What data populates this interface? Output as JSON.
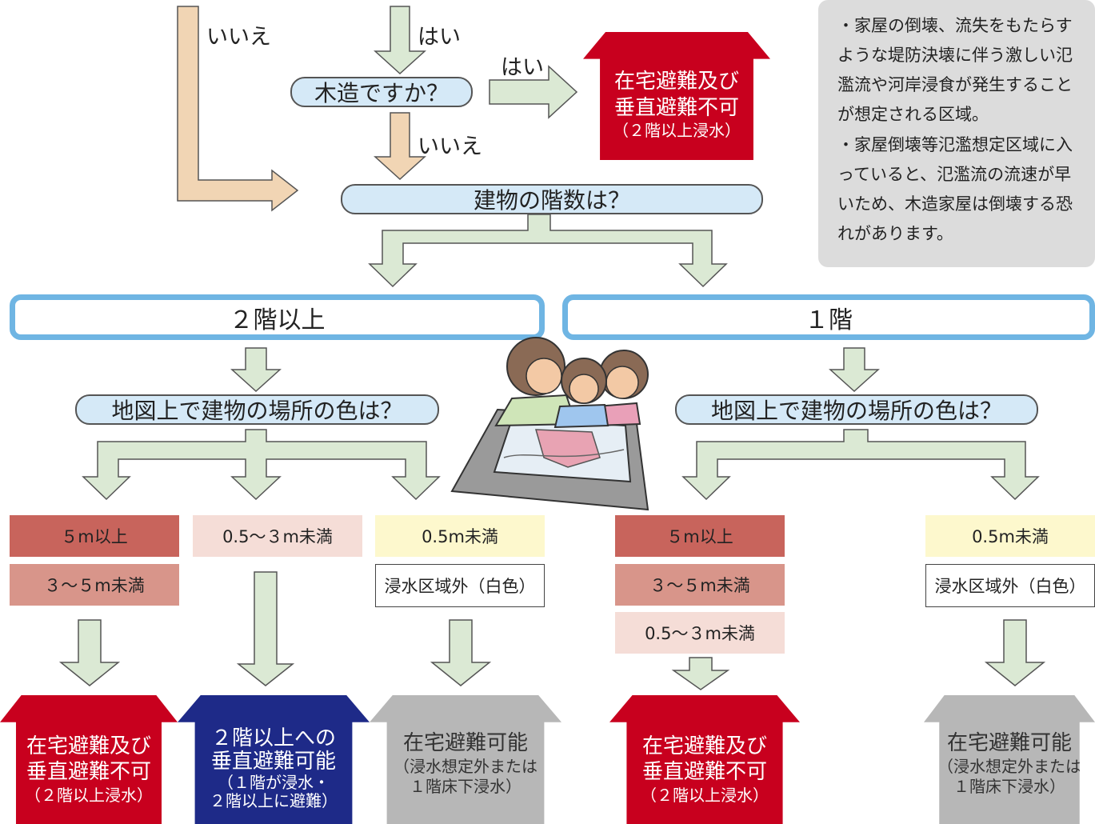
{
  "top_flow": {
    "yes_label_top": "はい",
    "no_label_left": "いいえ",
    "question_wooden": "木造ですか？",
    "yes_label_right": "はい",
    "no_label_below": "いいえ",
    "question_floors": "建物の階数は？"
  },
  "top_result": {
    "line1": "在宅避難及び",
    "line2": "垂直避難不可",
    "line3": "（２階以上浸水）"
  },
  "note": {
    "paragraph1": "・家屋の倒壊、流失をもたらすような堤防決壊に伴う激しい氾濫流や河岸浸食が発生することが想定される区域。",
    "paragraph2": "・家屋倒壊等氾濫想定区域に入っていると、氾濫流の流速が早いため、木造家屋は倒壊する恐れがあります。"
  },
  "branches": {
    "two_plus": "２階以上",
    "one": "１階"
  },
  "color_question": "地図上で建物の場所の色は？",
  "left_cells": {
    "c5m": "５m以上",
    "c3to5": "３～５m未満",
    "c05to3": "0.5～３m未満",
    "c05": "0.5m未満",
    "outside": "浸水区域外（白色）"
  },
  "right_cells": {
    "c5m": "５m以上",
    "c3to5": "３～５m未満",
    "c05to3": "0.5～３m未満",
    "c05": "0.5m未満",
    "outside": "浸水区域外（白色）"
  },
  "results": {
    "r1": {
      "line1": "在宅避難及び",
      "line2": "垂直避難不可",
      "line3": "（２階以上浸水）"
    },
    "r2": {
      "line1": "２階以上への",
      "line2": "垂直避難可能",
      "line3": "（１階が浸水・",
      "line4": "２階以上に避難）"
    },
    "r3": {
      "line1": "在宅避難可能",
      "line2": "（浸水想定外または",
      "line3": "１階床下浸水）"
    },
    "r4": {
      "line1": "在宅避難及び",
      "line2": "垂直避難不可",
      "line3": "（２階以上浸水）"
    },
    "r5": {
      "line1": "在宅避難可能",
      "line2": "（浸水想定外または",
      "line3": "１階床下浸水）"
    }
  },
  "colors": {
    "arrow_green": "#dbe9d4",
    "arrow_orange": "#f1d5b4",
    "pill_blue": "#d5e9f7",
    "box_border_blue": "#6fb5e3",
    "depth_5m": "#c8645c",
    "depth_3to5": "#d8958a",
    "depth_05to3": "#f5ddd7",
    "depth_05": "#fdf8cd",
    "result_red": "#c8001e",
    "result_navy": "#1e2a88",
    "result_gray": "#b7b7b7",
    "note_gray": "#dcdcdc"
  },
  "illustration": "family-reading-hazard-map"
}
